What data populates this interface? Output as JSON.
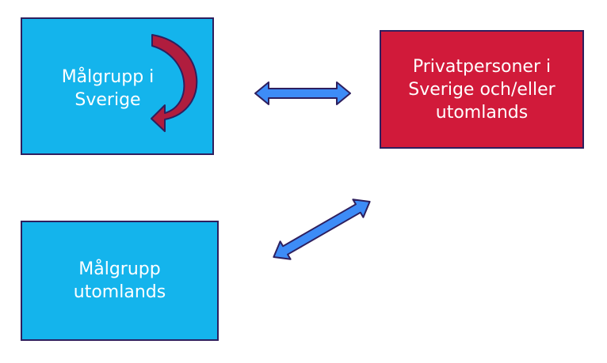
{
  "boxes": {
    "malgrupp_sverige": {
      "label": "Målgrupp i\nSverige"
    },
    "privatpersoner": {
      "label": "Privatpersoner i\nSverige och/eller\nutomlands"
    },
    "malgrupp_utomlands": {
      "label": "Målgrupp\nutomlands"
    }
  },
  "colors": {
    "box_blue": "#14b4ec",
    "box_red": "#d11a3a",
    "arrow_blue": "#3d8cf7",
    "curved_arrow": "#b01d3e",
    "outline": "#2e1f5e"
  },
  "connectors": [
    {
      "from": "malgrupp_sverige",
      "to": "privatpersoner",
      "type": "double-arrow"
    },
    {
      "from": "malgrupp_utomlands",
      "to": "privatpersoner",
      "type": "double-arrow"
    }
  ]
}
